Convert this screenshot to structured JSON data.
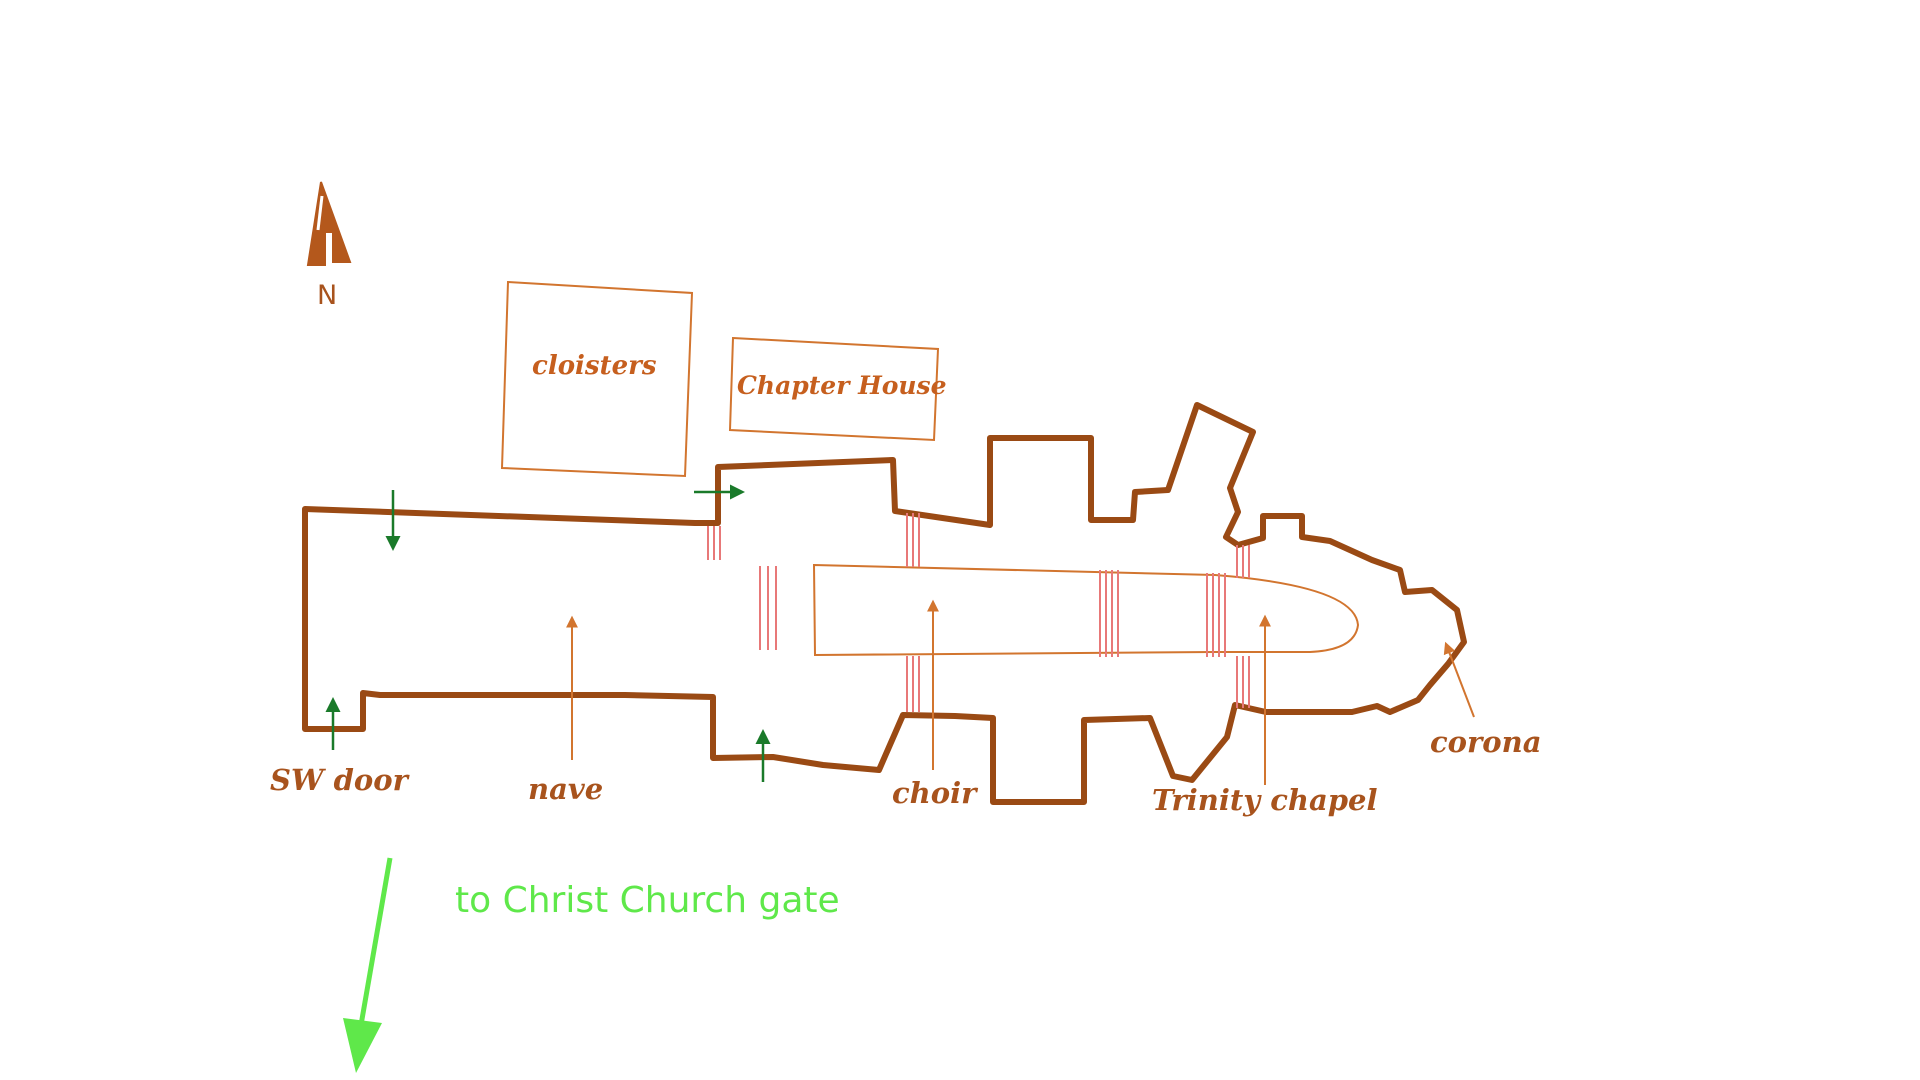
{
  "compass": {
    "label": "N",
    "icon": "north-arrow-icon"
  },
  "labels": {
    "cloisters": "cloisters",
    "chapter_house": "Chapter House",
    "sw_door": "SW door",
    "nave": "nave",
    "choir": "choir",
    "trinity_chapel": "Trinity chapel",
    "corona": "corona"
  },
  "directions": {
    "gate": "to Christ Church gate"
  },
  "colors": {
    "outline": "#9a4a14",
    "label": "#a8531d",
    "annex": "#d2752f",
    "steps": "#e87878",
    "door_arrow": "#1a7a2a",
    "gate_arrow": "#5fe84a"
  }
}
